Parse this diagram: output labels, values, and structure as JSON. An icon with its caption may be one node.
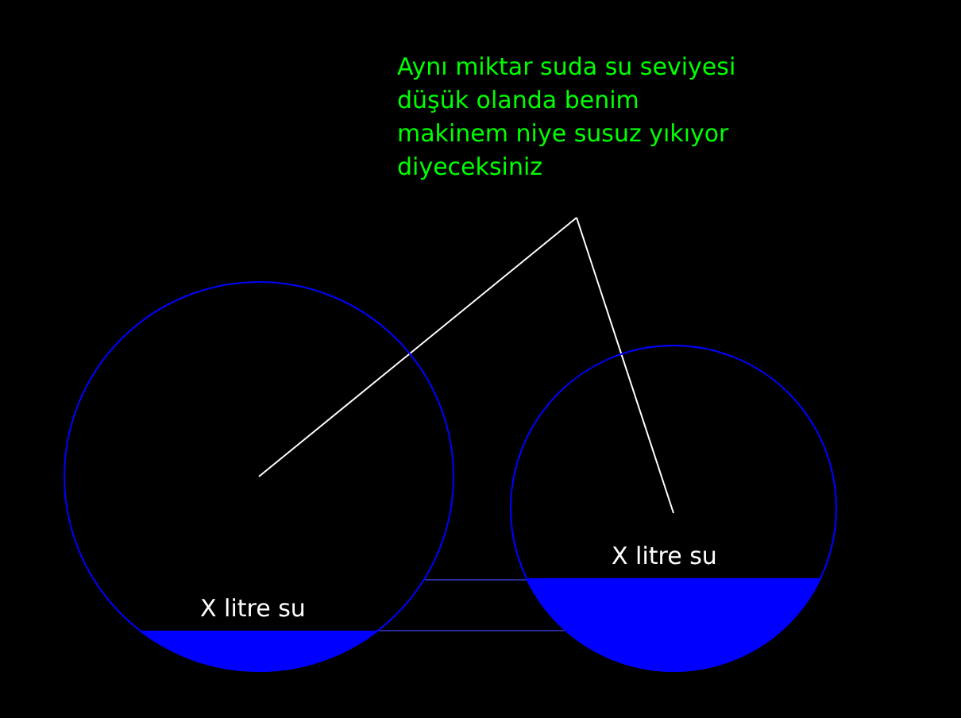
{
  "diagram": {
    "nodes": [
      {
        "text": [
          "Aynı miktar suda su seviyesi düşük olanda benim makinem niye susuz yıkıyor diyeceksiniz"
        ]
      },
      {
        "text": [
          "X litre su"
        ]
      },
      {
        "text": [
          "X litre su"
        ]
      }
    ],
    "edges": [
      {
        "from": 0,
        "to": 1,
        "arrow": "none"
      },
      {
        "from": 0,
        "to": 2,
        "arrow": "none"
      },
      {
        "from": 1,
        "to": 2,
        "arrow": "none",
        "color": "#2a2a9a"
      },
      {
        "from": 1,
        "to": 2,
        "arrow": "none",
        "color": "#2a2a9a"
      }
    ]
  }
}
